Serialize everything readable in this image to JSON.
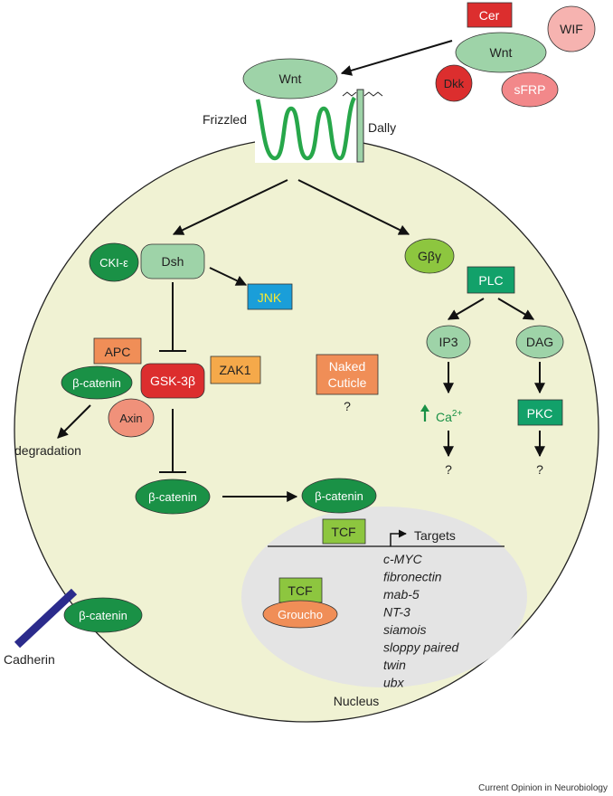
{
  "colors": {
    "cell": "#f0f2d3",
    "nucleus": "#e4e4e4",
    "dark_green": "#1a9146",
    "pale_green": "#9ed3a8",
    "lime": "#8dc63f",
    "red": "#dc2e2e",
    "orange": "#f08e57",
    "salmon": "#f0917a",
    "light_red": "#f2888a",
    "pink": "#f6b3b0",
    "jnk_blue": "#1a9ed9",
    "jnk_text": "#f5ea33",
    "gold": "#f5a94a",
    "teal": "#12a16a",
    "membrane_green": "#27a74a",
    "cadherin": "#2b2b8c"
  },
  "labels": {
    "wnt_receptor": "Wnt",
    "wnt_ext": "Wnt",
    "cer": "Cer",
    "wif": "WIF",
    "dkk": "Dkk",
    "sfrp": "sFRP",
    "frizzled": "Frizzled",
    "dally": "Dally",
    "ckie": "CKI-ε",
    "dsh": "Dsh",
    "jnk": "JNK",
    "gby": "Gβγ",
    "plc": "PLC",
    "ip3": "IP3",
    "dag": "DAG",
    "apc": "APC",
    "bcat_left": "β-catenin",
    "gsk": "GSK-3β",
    "zak1": "ZAK1",
    "axin": "Axin",
    "degradation": "degradation",
    "naked_line1": "Naked",
    "naked_line2": "Cuticle",
    "naked_q": "?",
    "ca_base": "Ca",
    "ca_sup": "2+",
    "pkc": "PKC",
    "q_ca": "?",
    "q_pkc": "?",
    "bcat_mid": "β-catenin",
    "bcat_nuc": "β-catenin",
    "tcf_top": "TCF",
    "targets_title": "Targets",
    "tcf_bottom": "TCF",
    "groucho": "Groucho",
    "bcat_membrane": "β-catenin",
    "cadherin": "Cadherin",
    "nucleus": "Nucleus",
    "credit": "Current Opinion in Neurobiology"
  },
  "targets": [
    "c-MYC",
    "fibronectin",
    "mab-5",
    "NT-3",
    "siamois",
    "sloppy paired",
    "twin",
    "ubx"
  ]
}
